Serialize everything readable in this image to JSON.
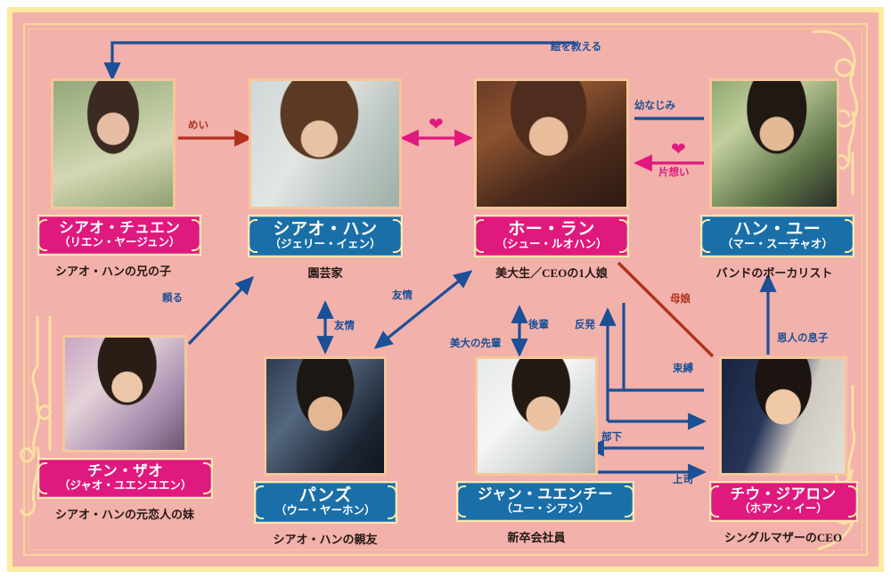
{
  "theme": {
    "background": "#f2b1aa",
    "frame_gold": "#ffeaa0",
    "photo_border": "#f6c79a",
    "plate_pink": "#e0197e",
    "plate_blue": "#1a6fa8",
    "arrow_blue": "#1b4f96",
    "arrow_red": "#b1311f",
    "arrow_pink": "#e0197e",
    "role_text": "#231815"
  },
  "characters": [
    {
      "id": "xiao-chuen",
      "name": "シアオ・チュエン",
      "actor": "（リエン・ヤージュン）",
      "role": "シアオ・ハンの兄の子",
      "plate_color": "pink"
    },
    {
      "id": "xiao-han",
      "name": "シアオ・ハン",
      "actor": "（ジェリー・イェン）",
      "role": "園芸家",
      "plate_color": "blue"
    },
    {
      "id": "ho-ran",
      "name": "ホー・ラン",
      "actor": "（シュー・ルオハン）",
      "role": "美大生／CEOの1人娘",
      "plate_color": "pink"
    },
    {
      "id": "han-you",
      "name": "ハン・ユー",
      "actor": "（マー・スーチャオ）",
      "role": "バンドのボーカリスト",
      "plate_color": "blue"
    },
    {
      "id": "chin-zao",
      "name": "チン・ザオ",
      "actor": "（ジャオ・ユエンユエン）",
      "role": "シアオ・ハンの元恋人の妹",
      "plate_color": "pink"
    },
    {
      "id": "panzu",
      "name": "パンズ",
      "actor": "（ウー・ヤーホン）",
      "role": "シアオ・ハンの親友",
      "plate_color": "blue"
    },
    {
      "id": "jan-yuenchi",
      "name": "ジャン・ユエンチー",
      "actor": "（ユー・シアン）",
      "role": "新卒会社員",
      "plate_color": "blue"
    },
    {
      "id": "chiu-jialon",
      "name": "チウ・ジアロン",
      "actor": "（ホアン・イー）",
      "role": "シングルマザーのCEO",
      "plate_color": "pink"
    }
  ],
  "relations": [
    {
      "id": "teach-painting",
      "label": "絵を教える",
      "color": "blue",
      "from": "ho-ran",
      "to": "xiao-chuen"
    },
    {
      "id": "niece",
      "label": "めい",
      "color": "red",
      "from": "xiao-chuen",
      "to": "xiao-han"
    },
    {
      "id": "love-mutual",
      "label": "",
      "color": "pink",
      "heart": true,
      "from": "xiao-han",
      "to": "ho-ran"
    },
    {
      "id": "childhood-friend",
      "label": "幼なじみ",
      "color": "blue",
      "from": "han-you",
      "to": "ho-ran"
    },
    {
      "id": "unrequited",
      "label": "片想い",
      "color": "pink",
      "heart": true,
      "from": "han-you",
      "to": "ho-ran"
    },
    {
      "id": "rely-on",
      "label": "頼る",
      "color": "blue",
      "from": "chin-zao",
      "to": "xiao-han"
    },
    {
      "id": "friendship-vertical",
      "label": "友情",
      "color": "blue",
      "from": "xiao-han",
      "to": "panzu"
    },
    {
      "id": "friendship-diagonal",
      "label": "友情",
      "color": "blue",
      "from": "panzu",
      "to": "ho-ran"
    },
    {
      "id": "kouhai",
      "label": "後輩",
      "color": "blue",
      "from": "jan-yuenchi",
      "to": "ho-ran"
    },
    {
      "id": "art-senpai",
      "label": "美大の先輩",
      "color": "blue",
      "from": "ho-ran",
      "to": "jan-yuenchi"
    },
    {
      "id": "rebellion",
      "label": "反発",
      "color": "blue",
      "from": "chiu-jialon",
      "to": "ho-ran"
    },
    {
      "id": "mother-daughter",
      "label": "母娘",
      "color": "red",
      "from": "ho-ran",
      "to": "chiu-jialon"
    },
    {
      "id": "restraint",
      "label": "束縛",
      "color": "blue",
      "from": "chiu-jialon",
      "to": "ho-ran"
    },
    {
      "id": "benefactor-son",
      "label": "恩人の息子",
      "color": "blue",
      "from": "chiu-jialon",
      "to": "han-you"
    },
    {
      "id": "subordinate",
      "label": "部下",
      "color": "blue",
      "from": "chiu-jialon",
      "to": "jan-yuenchi"
    },
    {
      "id": "boss",
      "label": "上司",
      "color": "blue",
      "from": "jan-yuenchi",
      "to": "chiu-jialon"
    }
  ]
}
